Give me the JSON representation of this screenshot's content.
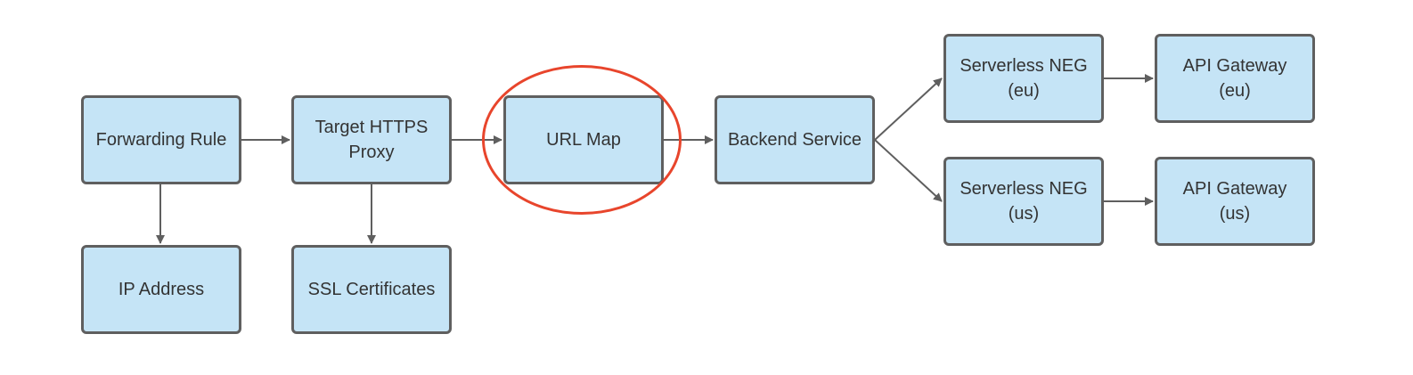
{
  "diagram": {
    "nodes": {
      "forwarding_rule": "Forwarding Rule",
      "target_https_proxy": "Target HTTPS\nProxy",
      "url_map": "URL Map",
      "backend_service": "Backend Service",
      "serverless_neg_eu": "Serverless NEG\n(eu)",
      "serverless_neg_us": "Serverless NEG\n(us)",
      "api_gateway_eu": "API Gateway\n(eu)",
      "api_gateway_us": "API Gateway\n(us)",
      "ip_address": "IP Address",
      "ssl_certificates": "SSL Certificates"
    },
    "edges": [
      [
        "forwarding_rule",
        "target_https_proxy"
      ],
      [
        "target_https_proxy",
        "url_map"
      ],
      [
        "url_map",
        "backend_service"
      ],
      [
        "backend_service",
        "serverless_neg_eu"
      ],
      [
        "backend_service",
        "serverless_neg_us"
      ],
      [
        "serverless_neg_eu",
        "api_gateway_eu"
      ],
      [
        "serverless_neg_us",
        "api_gateway_us"
      ],
      [
        "forwarding_rule",
        "ip_address"
      ],
      [
        "target_https_proxy",
        "ssl_certificates"
      ]
    ],
    "highlighted_node": "url_map",
    "colors": {
      "node_fill": "#c5e4f6",
      "node_border": "#5f5f5f",
      "text": "#333333",
      "connector": "#5f5f5f",
      "highlight": "#e8452c"
    }
  }
}
